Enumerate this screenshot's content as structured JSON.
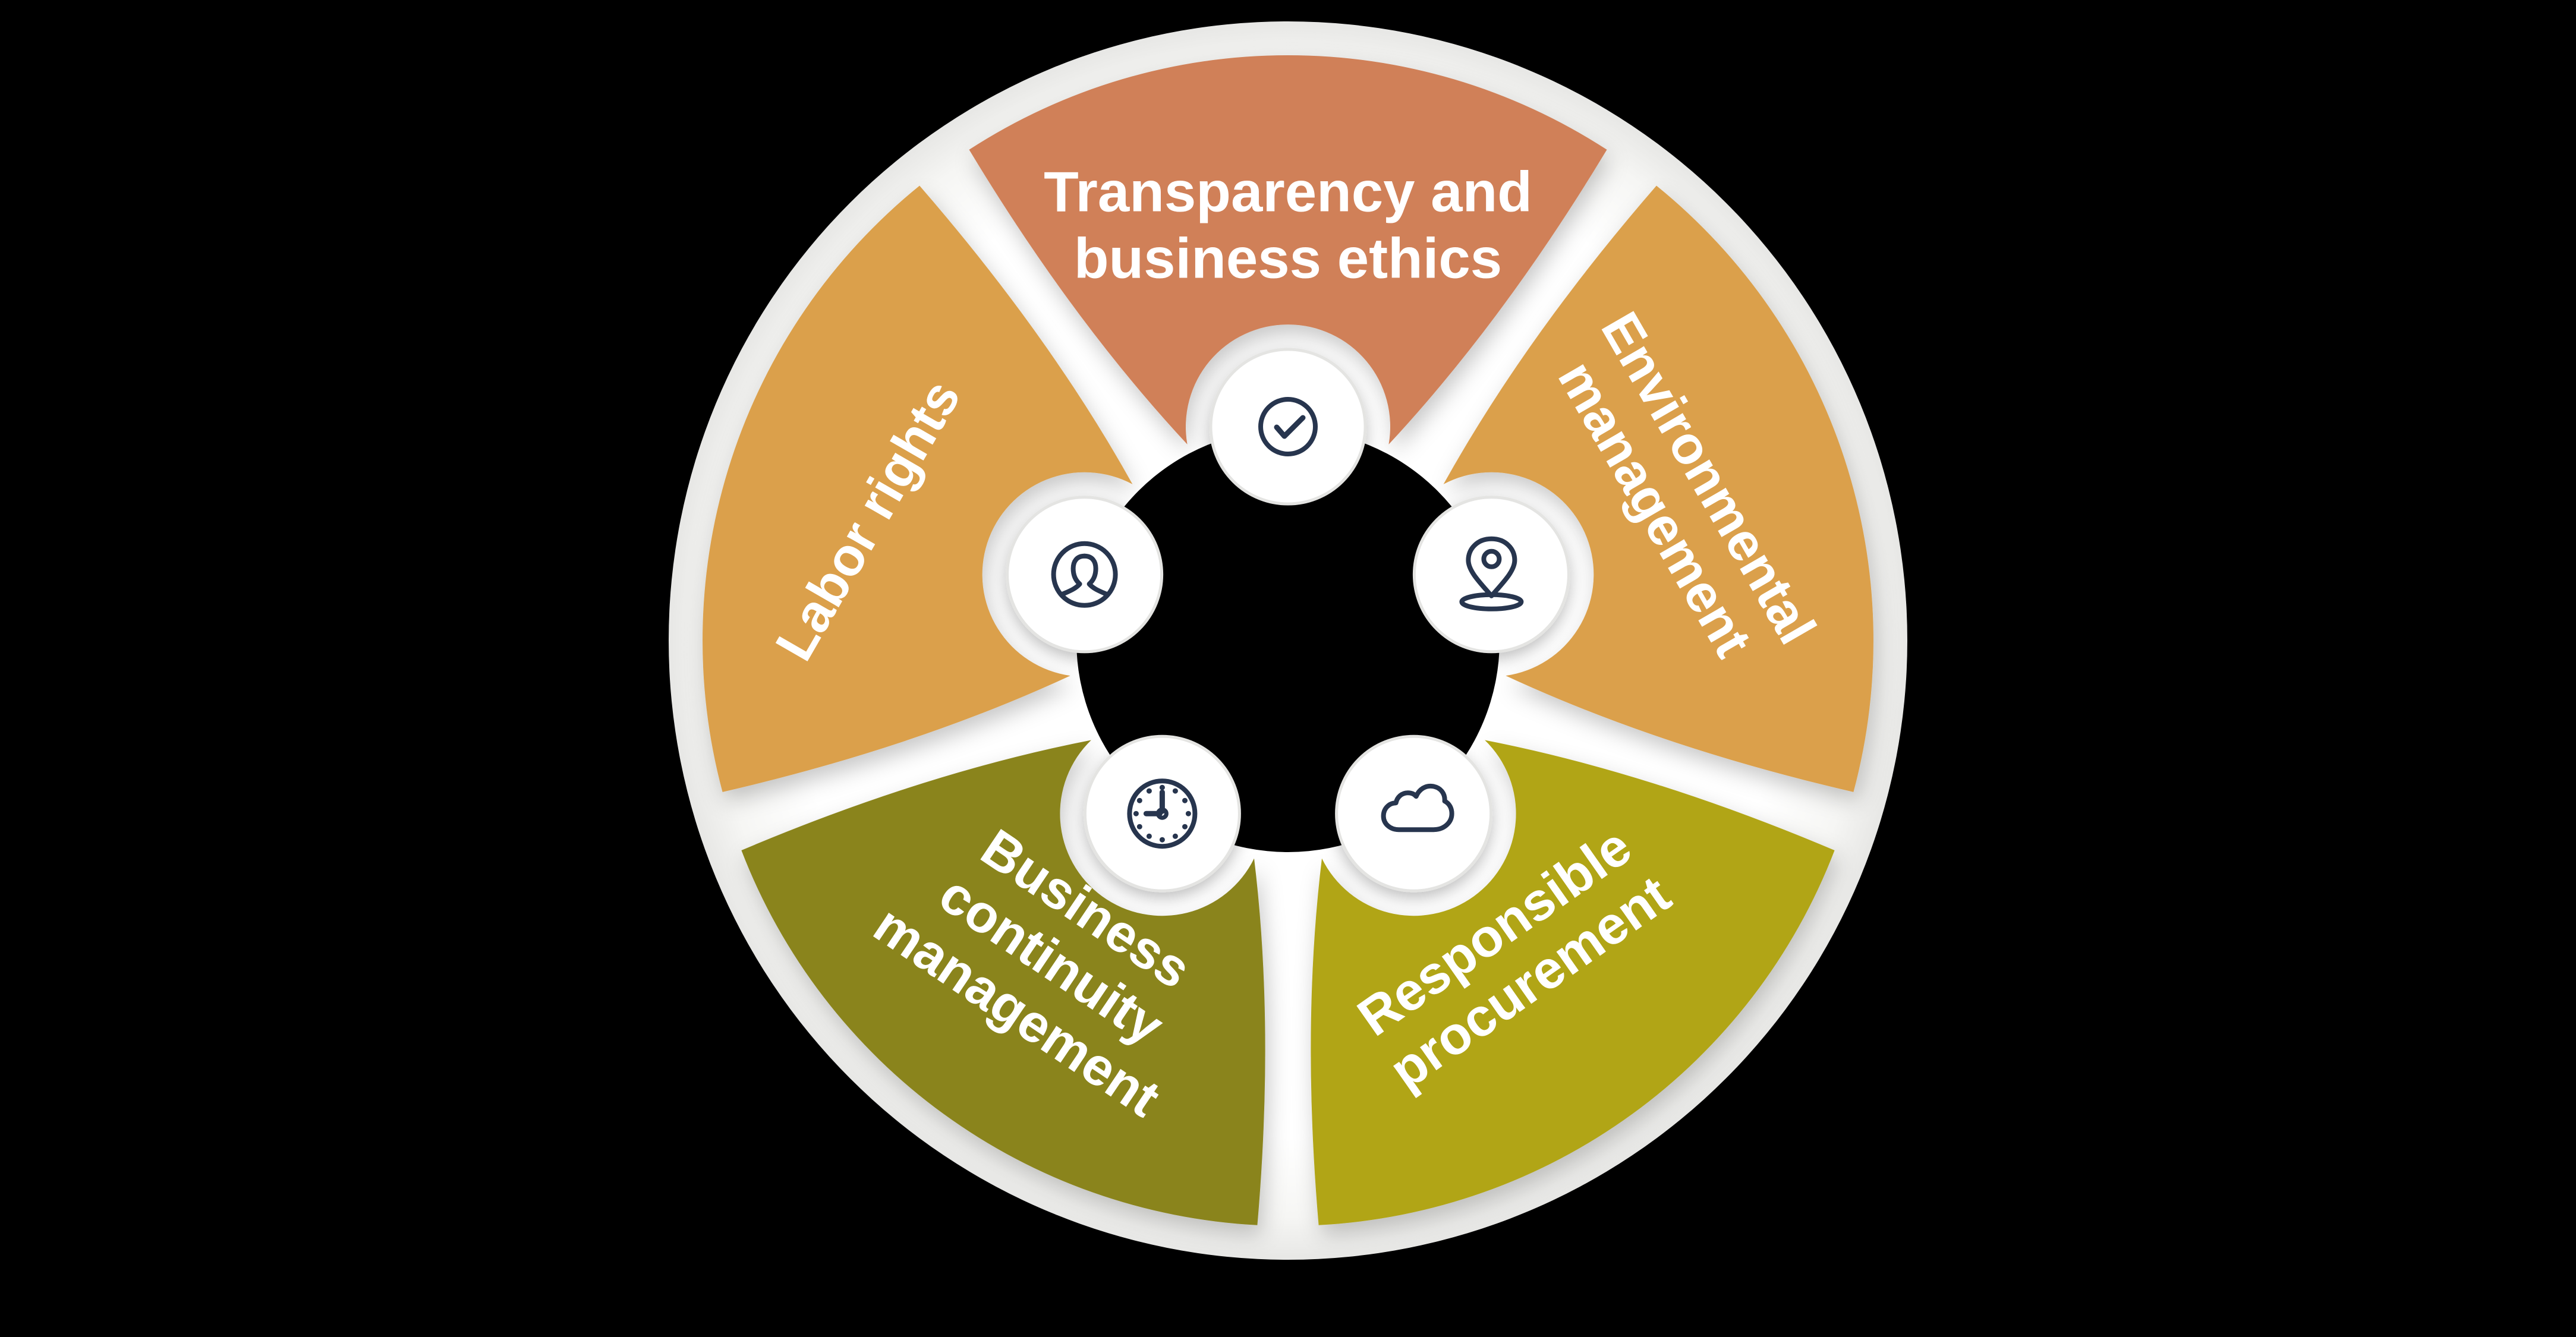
{
  "diagram": {
    "type": "cycle-wheel",
    "background_color": "#000000",
    "wheel_color": "#ffffff",
    "center_color": "#000000",
    "label_color": "#ffffff",
    "icon_stroke_color": "#27354e",
    "badge_ring_color": "#e4e4e2",
    "segments": [
      {
        "label": "Transparency and business ethics",
        "label_lines": [
          "Transparency and",
          "business ethics"
        ],
        "color": "#d08058",
        "icon": "check-circle-icon"
      },
      {
        "label": "Environmental management",
        "label_lines": [
          "Environmental",
          "management"
        ],
        "color": "#dba04b",
        "icon": "location-pin-icon"
      },
      {
        "label": "Responsible procurement",
        "label_lines": [
          "Responsible",
          "procurement"
        ],
        "color": "#b1a513",
        "icon": "cloud-icon"
      },
      {
        "label": "Business continuity management",
        "label_lines": [
          "Business",
          "continuity",
          "management"
        ],
        "color": "#8a841c",
        "icon": "clock-icon"
      },
      {
        "label": "Labor rights",
        "label_lines": [
          "Labor rights"
        ],
        "color": "#dba04b",
        "icon": "person-icon"
      }
    ]
  }
}
